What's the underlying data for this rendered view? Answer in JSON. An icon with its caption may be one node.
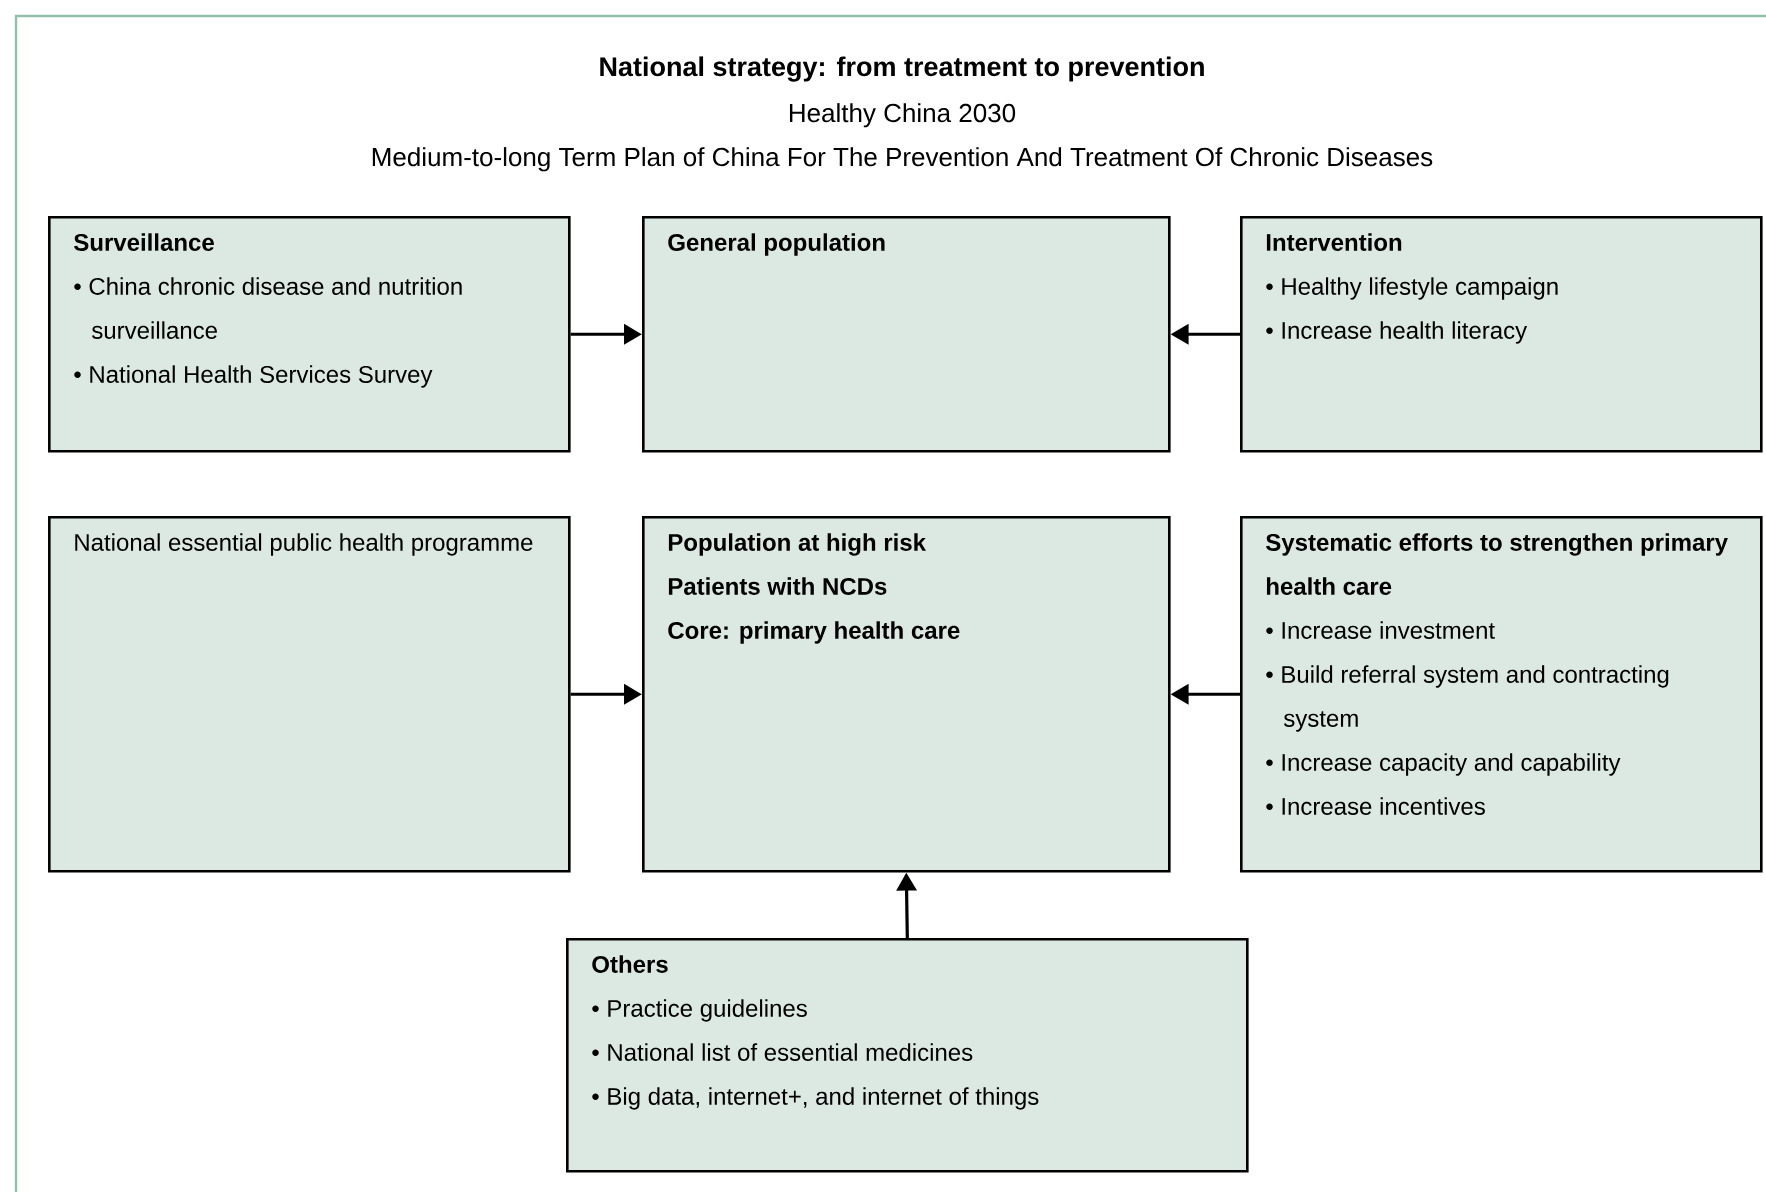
{
  "diagram": {
    "title": "National strategy: from treatment to prevention",
    "labels": [
      "Healthy China 2030",
      "Medium-to-long Term Plan of China For The Prevention And Treatment Of Chronic Diseases"
    ],
    "nodes": [
      {
        "text": [
          "Surveillance",
          "• China chronic disease and nutrition surveillance",
          "• National Health Services Survey"
        ]
      },
      {
        "text": [
          "General population"
        ]
      },
      {
        "text": [
          "Intervention",
          "• Healthy lifestyle campaign",
          "• Increase health literacy"
        ]
      },
      {
        "text": [
          "National essential public health programme"
        ]
      },
      {
        "text": [
          "Population at high risk",
          "Patients with NCDs",
          "Core: primary health care"
        ]
      },
      {
        "text": [
          "Systematic efforts to strengthen primary health care",
          "• Increase investment",
          "• Build referral system and contracting system",
          "• Increase capacity and capability",
          "• Increase incentives"
        ]
      },
      {
        "text": [
          "Others",
          "• Practice guidelines",
          "• National list of essential medicines",
          "• Big data, internet+, and internet of things"
        ]
      }
    ],
    "edges": [
      {
        "from": 0,
        "to": 1,
        "arrow": "to"
      },
      {
        "from": 2,
        "to": 1,
        "arrow": "to"
      },
      {
        "from": 3,
        "to": 4,
        "arrow": "to"
      },
      {
        "from": 5,
        "to": 4,
        "arrow": "to"
      },
      {
        "from": 6,
        "to": 4,
        "arrow": "to"
      }
    ]
  }
}
